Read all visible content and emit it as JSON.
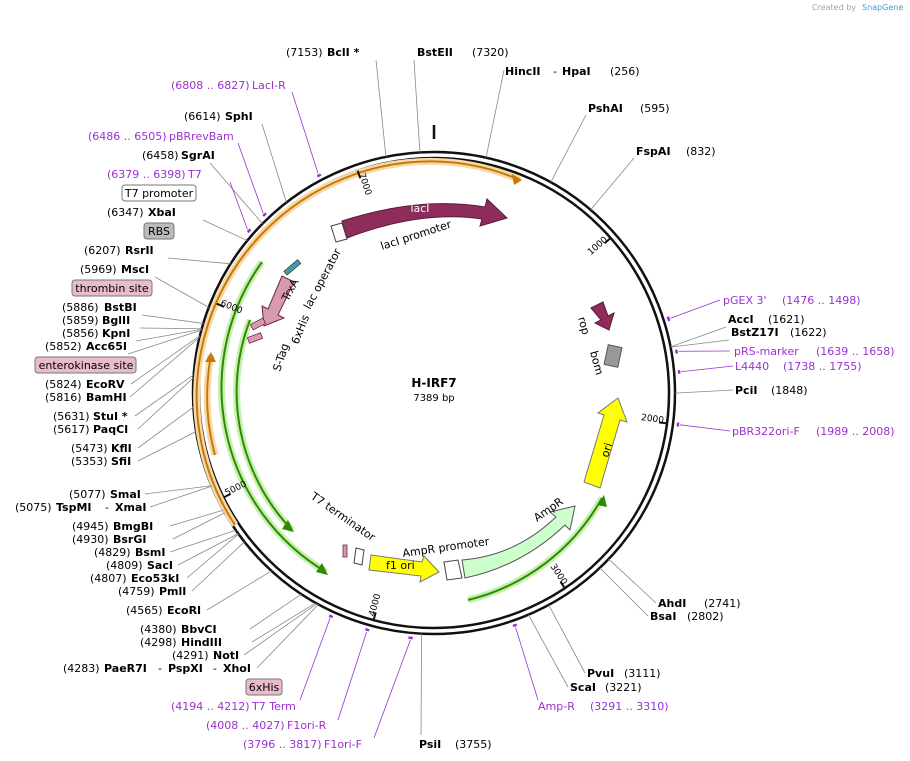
{
  "credit": {
    "prefix": "Created by",
    "brand": "SnapGene"
  },
  "plasmid": {
    "name": "H-IRF7",
    "length": "7389 bp"
  },
  "ticks": [
    "1000",
    "2000",
    "3000",
    "4000",
    "5000",
    "6000",
    "7000"
  ],
  "site_labels": [
    {
      "pos": "(7153)",
      "name": "BclI *"
    },
    {
      "pos": "(7320)",
      "name": "BstEII"
    },
    {
      "name": "HincII",
      "name2": "HpaI",
      "pos": "(256)"
    },
    {
      "name": "PshAI",
      "pos": "(595)"
    },
    {
      "name": "FspAI",
      "pos": "(832)"
    },
    {
      "name": "AccI",
      "pos": "(1621)"
    },
    {
      "name": "BstZ17I",
      "pos": "(1622)"
    },
    {
      "name": "PciI",
      "pos": "(1848)"
    },
    {
      "name": "AhdI",
      "pos": "(2741)"
    },
    {
      "name": "BsaI",
      "pos": "(2802)"
    },
    {
      "name": "PvuI",
      "pos": "(3111)"
    },
    {
      "name": "ScaI",
      "pos": "(3221)"
    },
    {
      "name": "PsiI",
      "pos": "(3755)"
    },
    {
      "pos": "(6614)",
      "name": "SphI"
    },
    {
      "pos": "(6458)",
      "name": "SgrAI"
    },
    {
      "pos": "(6347)",
      "name": "XbaI"
    },
    {
      "pos": "(6207)",
      "name": "RsrII"
    },
    {
      "pos": "(5969)",
      "name": "MscI"
    },
    {
      "pos": "(5886)",
      "name": "BstBI"
    },
    {
      "pos": "(5859)",
      "name": "BglII"
    },
    {
      "pos": "(5856)",
      "name": "KpnI"
    },
    {
      "pos": "(5852)",
      "name": "Acc65I"
    },
    {
      "pos": "(5824)",
      "name": "EcoRV"
    },
    {
      "pos": "(5816)",
      "name": "BamHI"
    },
    {
      "pos": "(5631)",
      "name": "StuI *"
    },
    {
      "pos": "(5617)",
      "name": "PaqCI"
    },
    {
      "pos": "(5473)",
      "name": "KflI"
    },
    {
      "pos": "(5353)",
      "name": "SfiI"
    },
    {
      "pos": "(5077)",
      "name": "SmaI"
    },
    {
      "pos": "(5075)",
      "name": "TspMI",
      "name2": "XmaI"
    },
    {
      "pos": "(4945)",
      "name": "BmgBI"
    },
    {
      "pos": "(4930)",
      "name": "BsrGI"
    },
    {
      "pos": "(4829)",
      "name": "BsmI"
    },
    {
      "pos": "(4809)",
      "name": "SacI"
    },
    {
      "pos": "(4807)",
      "name": "Eco53kI"
    },
    {
      "pos": "(4759)",
      "name": "PmlI"
    },
    {
      "pos": "(4565)",
      "name": "EcoRI"
    },
    {
      "pos": "(4380)",
      "name": "BbvCI"
    },
    {
      "pos": "(4298)",
      "name": "HindIII"
    },
    {
      "pos": "(4291)",
      "name": "NotI"
    },
    {
      "pos": "(4283)",
      "name": "PaeR7I",
      "name2": "PspXI",
      "name3": "XhoI"
    }
  ],
  "primer_labels": [
    {
      "range": "(6808 .. 6827)",
      "name": "LacI-R"
    },
    {
      "range": "(6486 .. 6505)",
      "name": "pBRrevBam"
    },
    {
      "range": "(6379 .. 6398)",
      "name": "T7"
    },
    {
      "name": "pGEX 3'",
      "range": "(1476 .. 1498)"
    },
    {
      "name": "pRS-marker",
      "range": "(1639 .. 1658)"
    },
    {
      "name": "L4440",
      "range": "(1738 .. 1755)"
    },
    {
      "name": "pBR322ori-F",
      "range": "(1989 .. 2008)"
    },
    {
      "name": "Amp-R",
      "range": "(3291 .. 3310)"
    },
    {
      "range": "(4194 .. 4212)",
      "name": "T7 Term"
    },
    {
      "range": "(4008 .. 4027)",
      "name": "F1ori-R"
    },
    {
      "range": "(3796 .. 3817)",
      "name": "F1ori-F"
    }
  ],
  "boxed_labels": [
    "T7 promoter",
    "RBS",
    "thrombin site",
    "enterokinase site",
    "6xHis"
  ],
  "features": [
    "lacI",
    "lacI promoter",
    "lac operator",
    "TrxA",
    "6xHis",
    "S-Tag",
    "rop",
    "bom",
    "ori",
    "AmpR",
    "AmpR promoter",
    "f1 ori",
    "T7 terminator"
  ],
  "colors": {
    "purple_text": "#9b30d0",
    "lacI": "#8e2d5c",
    "trxa": "#d79ab0",
    "ori": "#ffff00",
    "ampr": "#ccffcc",
    "orf_orange": "#c8780a",
    "orf_green": "#2e8b00",
    "bom": "#999999",
    "boxed_pink": "#e8bcc8",
    "boxed_gray": "#bbbbbb"
  }
}
